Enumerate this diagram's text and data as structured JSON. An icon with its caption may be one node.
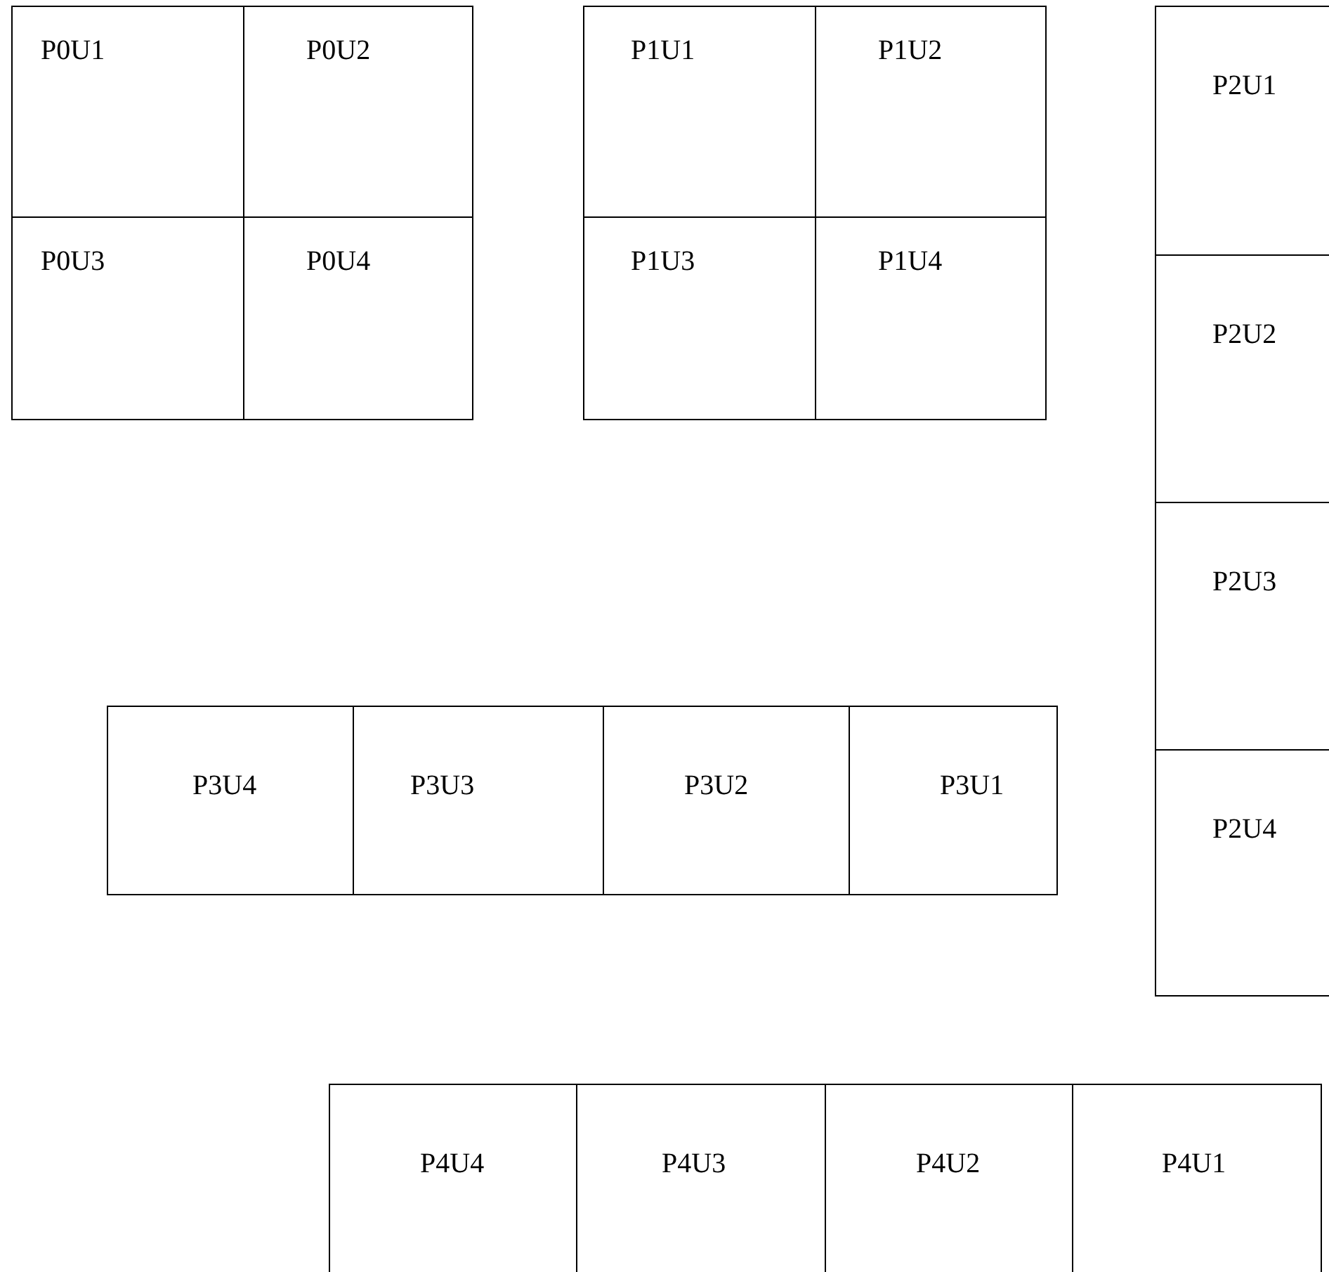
{
  "diagram": {
    "nodes": [
      {
        "text": [
          "P0U1"
        ]
      },
      {
        "text": [
          "P0U2"
        ]
      },
      {
        "text": [
          "P0U3"
        ]
      },
      {
        "text": [
          "P0U4"
        ]
      },
      {
        "text": [
          "P1U1"
        ]
      },
      {
        "text": [
          "P1U2"
        ]
      },
      {
        "text": [
          "P1U3"
        ]
      },
      {
        "text": [
          "P1U4"
        ]
      },
      {
        "text": [
          "P2U1"
        ]
      },
      {
        "text": [
          "P2U2"
        ]
      },
      {
        "text": [
          "P2U3"
        ]
      },
      {
        "text": [
          "P2U4"
        ]
      },
      {
        "text": [
          "P3U4"
        ]
      },
      {
        "text": [
          "P3U3"
        ]
      },
      {
        "text": [
          "P3U2"
        ]
      },
      {
        "text": [
          "P3U1"
        ]
      },
      {
        "text": [
          "P4U4"
        ]
      },
      {
        "text": [
          "P4U3"
        ]
      },
      {
        "text": [
          "P4U2"
        ]
      },
      {
        "text": [
          "P4U1"
        ]
      }
    ]
  }
}
